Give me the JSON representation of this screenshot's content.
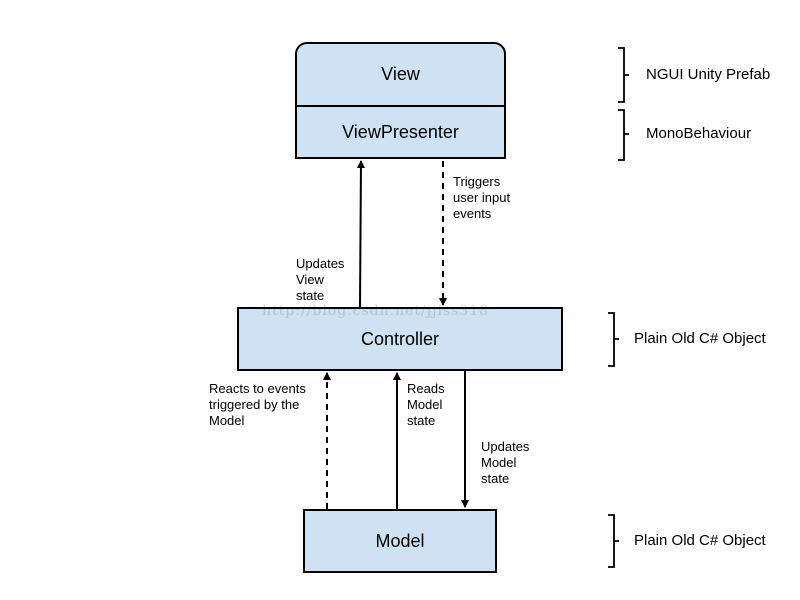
{
  "boxes": {
    "view": "View",
    "view_presenter": "ViewPresenter",
    "controller": "Controller",
    "model": "Model"
  },
  "arrow_labels": {
    "triggers_input": "Triggers\nuser input\nevents",
    "updates_view": "Updates\nView\nstate",
    "reacts_events": "Reacts to events\ntriggered by the\nModel",
    "reads_model": "Reads\nModel\nstate",
    "updates_model": "Updates\nModel\nstate"
  },
  "layer_labels": {
    "view": "NGUI Unity Prefab",
    "view_presenter": "MonoBehaviour",
    "controller": "Plain Old C# Object",
    "model": "Plain Old C# Object"
  },
  "watermark": "http://blog.csdn.net/jjiss318",
  "colors": {
    "box_fill": "#cfe2f3",
    "stroke": "#000000"
  }
}
